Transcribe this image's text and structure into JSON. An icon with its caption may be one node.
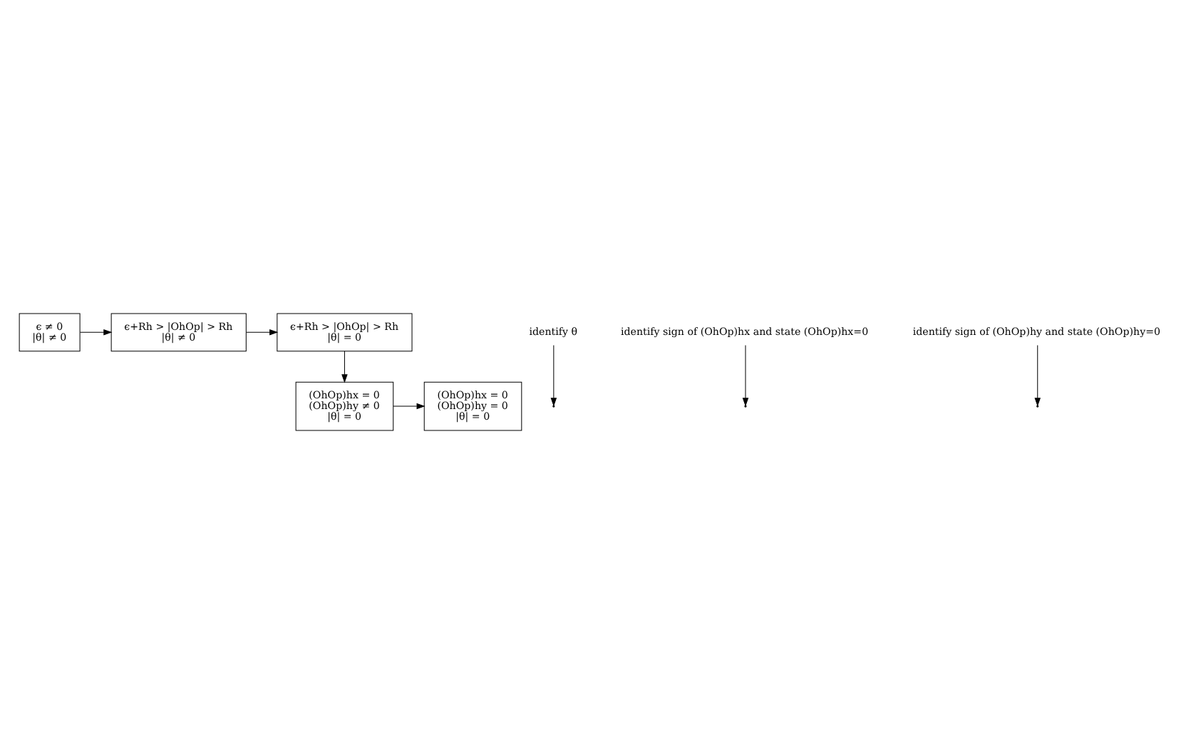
{
  "diagram": {
    "nodes": [
      {
        "text": [
          "ϵ ≠ 0",
          "|θ| ≠ 0"
        ]
      },
      {
        "text": [
          "ϵ+Rh > |OhOp| > Rh",
          "|θ| ≠ 0"
        ]
      },
      {
        "text": [
          "ϵ+Rh > |OhOp| > Rh",
          "|θ| = 0"
        ]
      },
      {
        "text": [
          "(OhOp)hx = 0",
          "(OhOp)hy ≠ 0",
          "|θ| = 0"
        ]
      },
      {
        "text": [
          "(OhOp)hx = 0",
          "(OhOp)hy = 0",
          "|θ| = 0"
        ]
      },
      {
        "text": [
          "identify θ"
        ]
      },
      {
        "text": [
          "identify sign of (OhOp)hx and state (OhOp)hx=0"
        ]
      },
      {
        "text": [
          "identify sign of (OhOp)hy and state (OhOp)hy=0"
        ]
      }
    ],
    "edges": [
      {
        "from": 0,
        "to": 1,
        "arrow": "to"
      },
      {
        "from": 1,
        "to": 2,
        "arrow": "to"
      },
      {
        "from": 2,
        "to": 3,
        "arrow": "to"
      },
      {
        "from": 3,
        "to": 4,
        "arrow": "to"
      },
      {
        "from": 5,
        "to": null,
        "arrow": "to"
      },
      {
        "from": 6,
        "to": null,
        "arrow": "to"
      },
      {
        "from": 7,
        "to": null,
        "arrow": "to"
      }
    ]
  }
}
